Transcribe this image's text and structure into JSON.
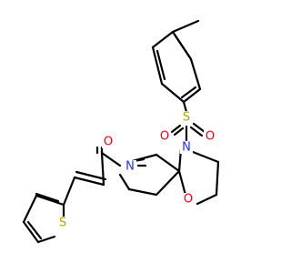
{
  "atoms": {
    "oxygen_carbonyl": {
      "label": "O",
      "color": "#e8001a"
    },
    "nitrogen_amide": {
      "label": "N",
      "color": "#2233dd"
    },
    "nitrogen_sulfonamide": {
      "label": "N",
      "color": "#2233dd"
    },
    "oxygen_ring": {
      "label": "O",
      "color": "#e8001a"
    },
    "sulfur_sulfonyl": {
      "label": "S",
      "color": "#b8a000"
    },
    "oxygen_sulfonyl_left": {
      "label": "O",
      "color": "#e8001a"
    },
    "oxygen_sulfonyl_right": {
      "label": "O",
      "color": "#e8001a"
    },
    "sulfur_thiophene": {
      "label": "S",
      "color": "#b8a000"
    }
  },
  "colors": {
    "bond": "#000000",
    "oxygen": "#e8001a",
    "nitrogen": "#2233dd",
    "sulfur": "#b8a000",
    "background": "#ffffff"
  }
}
